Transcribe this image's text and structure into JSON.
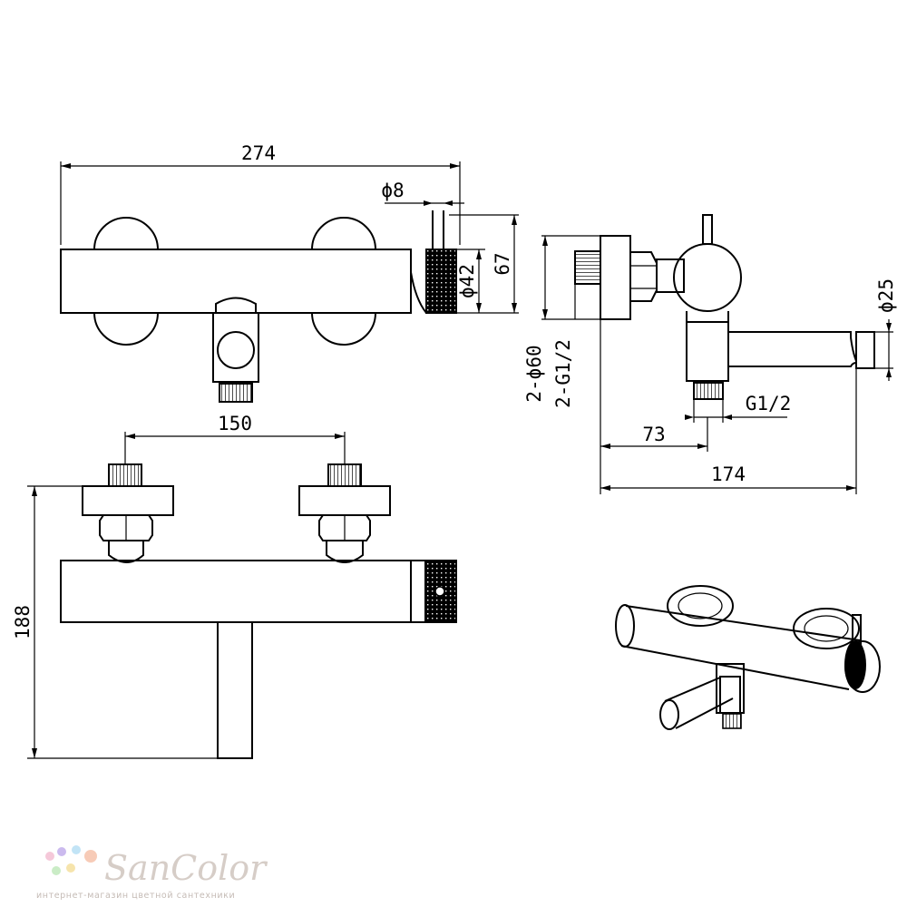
{
  "dimensions": {
    "overall_length": "274",
    "lever_diameter": "ϕ8",
    "handle_diameter": "ϕ42",
    "body_height": "67",
    "inlet_spacing": "150",
    "flange_spec": "2-ϕ60",
    "inlet_thread": "2-G1/2",
    "spout_diameter": "ϕ25",
    "outlet_thread": "G1/2",
    "outlet_depth": "73",
    "spout_projection": "174",
    "total_height": "188"
  },
  "watermark": {
    "logo": "SanColor",
    "tagline": "интернет-магазин цветной сантехники",
    "dot_colors": [
      "#f5c6d8",
      "#c9b7ee",
      "#bfe3f6",
      "#c8ecc4",
      "#f6e3a8",
      "#f7c9b4"
    ]
  }
}
